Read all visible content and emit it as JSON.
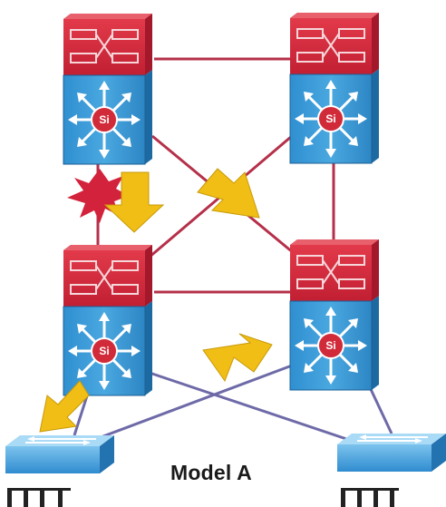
{
  "caption": "Model A",
  "switch_badge": "Si",
  "colors": {
    "link": "#b5304a",
    "lower_link": "#6e6aa8",
    "router_top": "#d22b3c",
    "router_body": "#3a9ad6",
    "access_switch": "#3e9bd8",
    "arrow": "#f1be16",
    "failure_burst": "#d3223b"
  },
  "nodes": [
    {
      "id": "dist-top-left",
      "type": "multilayer-switch",
      "label": "Si"
    },
    {
      "id": "dist-top-right",
      "type": "multilayer-switch",
      "label": "Si"
    },
    {
      "id": "dist-bottom-left",
      "type": "multilayer-switch",
      "label": "Si"
    },
    {
      "id": "dist-bottom-right",
      "type": "multilayer-switch",
      "label": "Si"
    },
    {
      "id": "access-left",
      "type": "workgroup-switch"
    },
    {
      "id": "access-right",
      "type": "workgroup-switch"
    }
  ],
  "icons": [
    "failure-burst-icon",
    "traffic-arrow-icon"
  ]
}
